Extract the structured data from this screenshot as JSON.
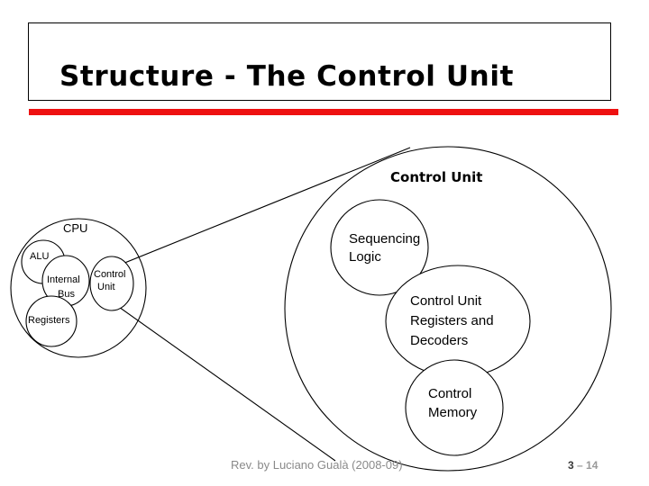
{
  "slide": {
    "title": "Structure - The Control Unit",
    "accent_color": "#ee1111",
    "background_color": "#ffffff",
    "border_color": "#000000"
  },
  "diagram": {
    "cpu": {
      "label": "CPU",
      "parts": [
        {
          "label": "ALU"
        },
        {
          "label_line1": "Internal",
          "label_line2": "Bus"
        },
        {
          "label_line1": "Control",
          "label_line2": "Unit"
        },
        {
          "label": "Registers"
        }
      ]
    },
    "control_unit": {
      "label": "Control Unit",
      "fill_pattern": "dotted",
      "parts": [
        {
          "label_line1": "Sequencing",
          "label_line2": "Logic"
        },
        {
          "label_line1": "Control Unit",
          "label_line2": "Registers and",
          "label_line3": "Decoders"
        },
        {
          "label_line1": "Control",
          "label_line2": "Memory"
        }
      ]
    }
  },
  "footer": {
    "note": "Rev. by Luciano Gualà (2008-09)",
    "page_chapter": "3",
    "page_rest": "–  14"
  }
}
